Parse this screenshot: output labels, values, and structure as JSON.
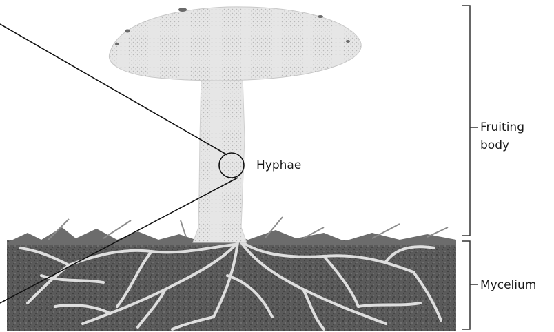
{
  "labels": {
    "hyphae": "Hyphae",
    "fruiting_body_line1": "Fruiting",
    "fruiting_body_line2": "body",
    "mycelium": "Mycelium"
  },
  "colors": {
    "cap": "#e4e4e4",
    "stalk": "#ececec",
    "soil": "#555555",
    "soil_dark": "#333333",
    "hyphae_strand": "#e0e0e0",
    "grass": "#9a9a9a",
    "line": "#111111"
  }
}
